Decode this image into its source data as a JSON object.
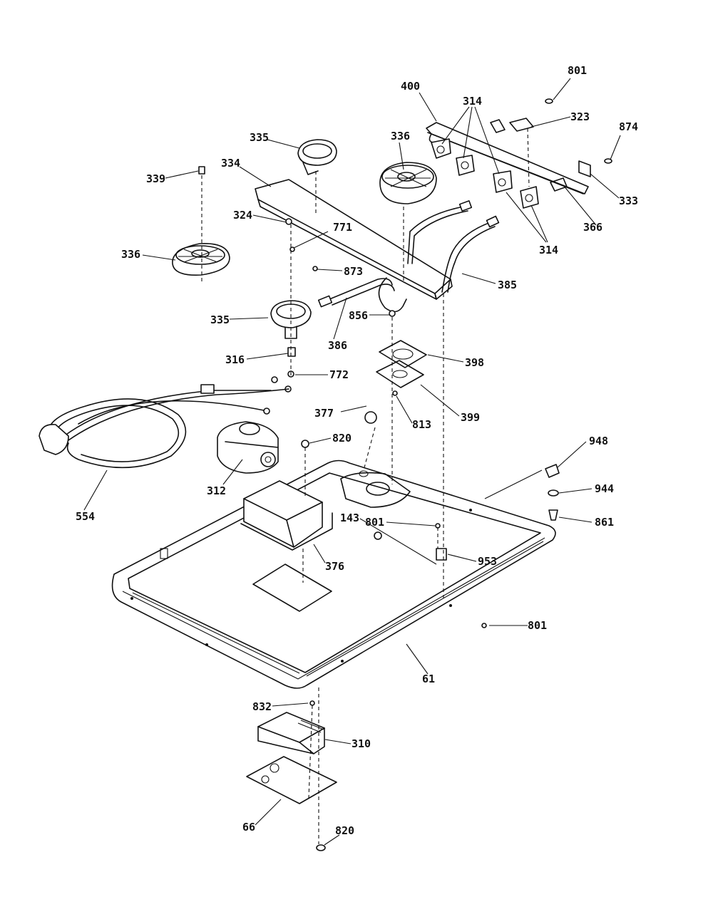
{
  "labels": {
    "l400": "400",
    "l801a": "801",
    "l314a": "314",
    "l323": "323",
    "l874": "874",
    "l335a": "335",
    "l336a": "336",
    "l339": "339",
    "l334": "334",
    "l333": "333",
    "l324": "324",
    "l771": "771",
    "l366": "366",
    "l314b": "314",
    "l336b": "336",
    "l873": "873",
    "l385": "385",
    "l335b": "335",
    "l856": "856",
    "l386": "386",
    "l316": "316",
    "l398": "398",
    "l772": "772",
    "l377": "377",
    "l399": "399",
    "l813": "813",
    "l820a": "820",
    "l948": "948",
    "l312": "312",
    "l944": "944",
    "l554": "554",
    "l143": "143",
    "l801b": "801",
    "l861": "861",
    "l953": "953",
    "l376": "376",
    "l801c": "801",
    "l61": "61",
    "l832": "832",
    "l310": "310",
    "l66": "66",
    "l820b": "820"
  }
}
